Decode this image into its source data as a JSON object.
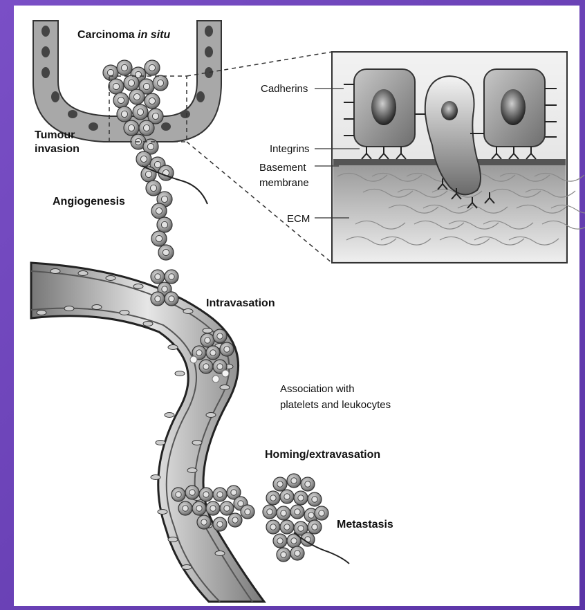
{
  "labels": {
    "carcinoma": "Carcinoma ",
    "carcinoma_italic": "in situ",
    "tumour_line1": "Tumour",
    "tumour_line2": "invasion",
    "angiogenesis": "Angiogenesis",
    "intravasation": "Intravasation",
    "association_line1": "Association with",
    "association_line2": "platelets and leukocytes",
    "homing": "Homing/extravasation",
    "metastasis": "Metastasis"
  },
  "inset": {
    "cadherins": "Cadherins",
    "integrins": "Integrins",
    "basement_line1": "Basement",
    "basement_line2": "membrane",
    "ecm": "ECM"
  },
  "colors": {
    "frame": "#6a3fb1",
    "cell_fill": "#9a9a9a",
    "vessel_wall": "#3a3a3a",
    "text": "#111111"
  }
}
